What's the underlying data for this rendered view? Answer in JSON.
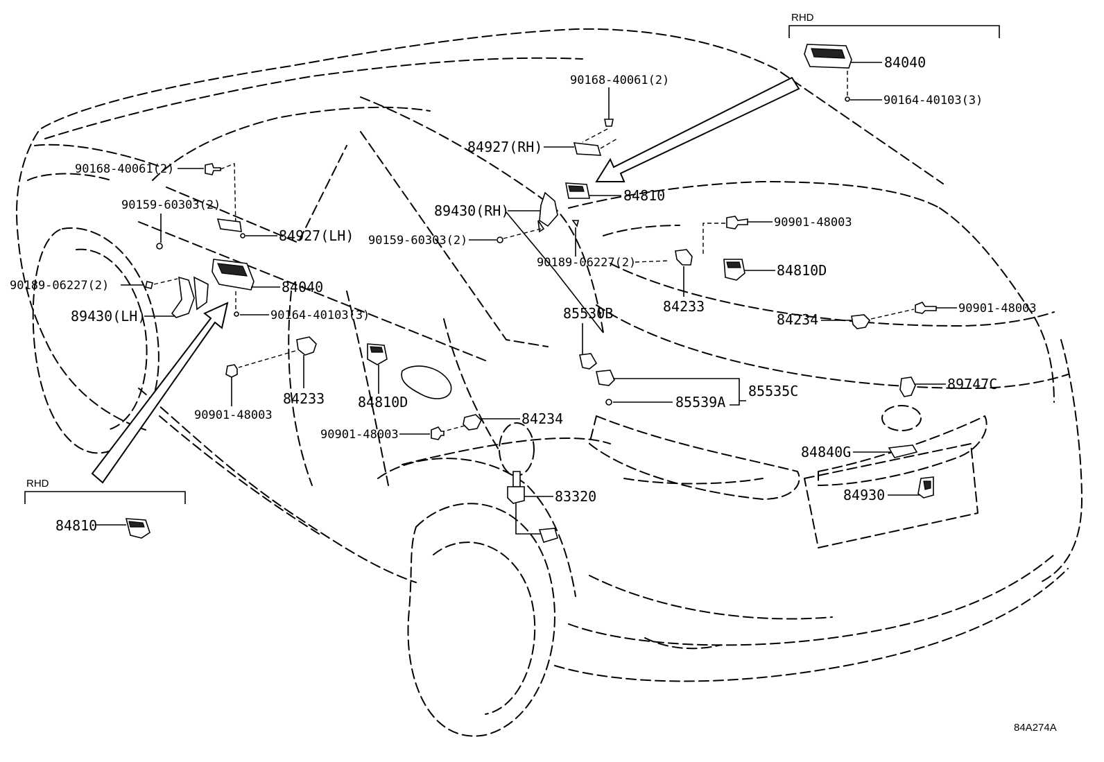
{
  "diagram": {
    "labels": {
      "rhd_top": "RHD",
      "rhd_bottom": "RHD",
      "p84040_top": "84040",
      "p90164_top": "90164-40103(3)",
      "p90168_top": "90168-40061(2)",
      "p84927_rh": "84927(RH)",
      "p84810_center": "84810",
      "p89430_rh": "89430(RH)",
      "p90159_center": "90159-60303(2)",
      "p90189_center": "90189-06227(2)",
      "p90901_right_top": "90901-48003",
      "p84810d_right": "84810D",
      "p84233_right": "84233",
      "p84234_right": "84234",
      "p90901_right_mid": "90901-48003",
      "p85530b": "85530B",
      "p85535c": "85535C",
      "p85539a": "85539A",
      "p89747c": "89747C",
      "p84840g": "84840G",
      "p84930": "84930",
      "p83320": "83320",
      "p84234_center": "84234",
      "p90901_center": "90901-48003",
      "p84810d_center": "84810D",
      "p84233_center": "84233",
      "p90901_left": "90901-48003",
      "p90168_left": "90168-40061(2)",
      "p90159_left": "90159-60303(2)",
      "p84927_lh": "84927(LH)",
      "p84040_left": "84040",
      "p90164_left": "90164-40103(3)",
      "p90189_left": "90189-06227(2)",
      "p89430_lh": "89430(LH)",
      "p84810_bottom": "84810",
      "figure_code": "84A274A"
    }
  }
}
